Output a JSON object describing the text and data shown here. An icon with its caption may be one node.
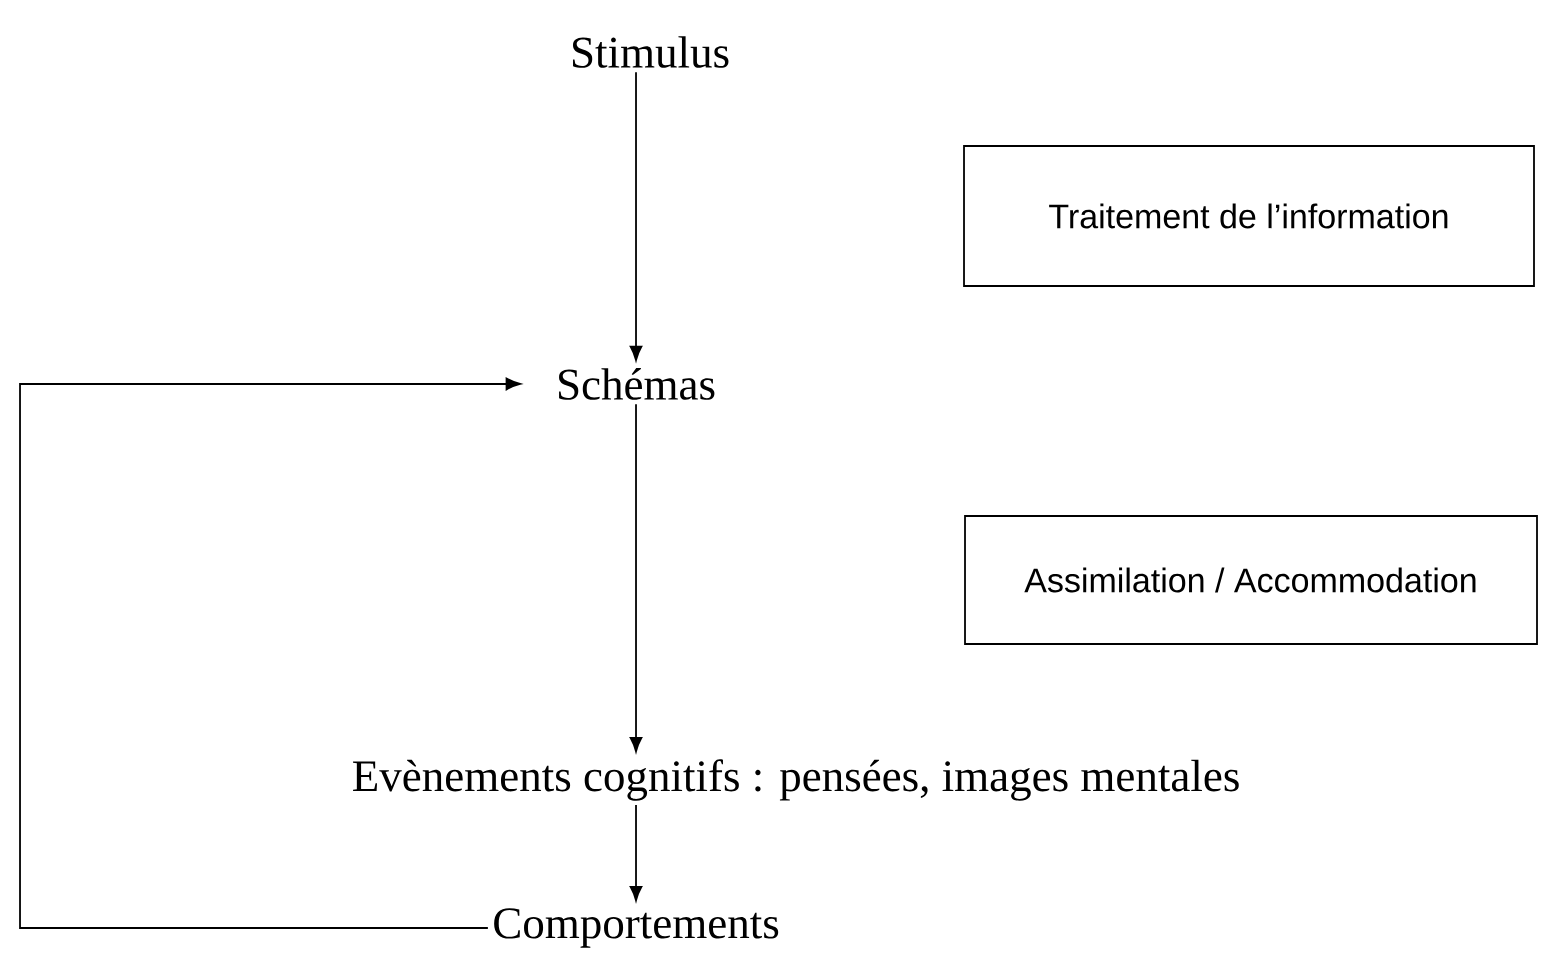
{
  "diagram": {
    "nodes": [
      {
        "text": [
          "Stimulus"
        ]
      },
      {
        "text": [
          "Traitement de l’information"
        ]
      },
      {
        "text": [
          "Schémas"
        ]
      },
      {
        "text": [
          "Assimilation / Accommodation"
        ]
      },
      {
        "text": [
          "Evènements cognitifs : pensées, images mentales"
        ]
      },
      {
        "text": [
          "Comportements"
        ]
      }
    ],
    "edges": [
      {
        "from": 0,
        "to": 2,
        "arrow": "to"
      },
      {
        "from": 2,
        "to": 4,
        "arrow": "to"
      },
      {
        "from": 4,
        "to": 5,
        "arrow": "to"
      },
      {
        "from": 5,
        "to": 2,
        "arrow": "to"
      }
    ]
  }
}
